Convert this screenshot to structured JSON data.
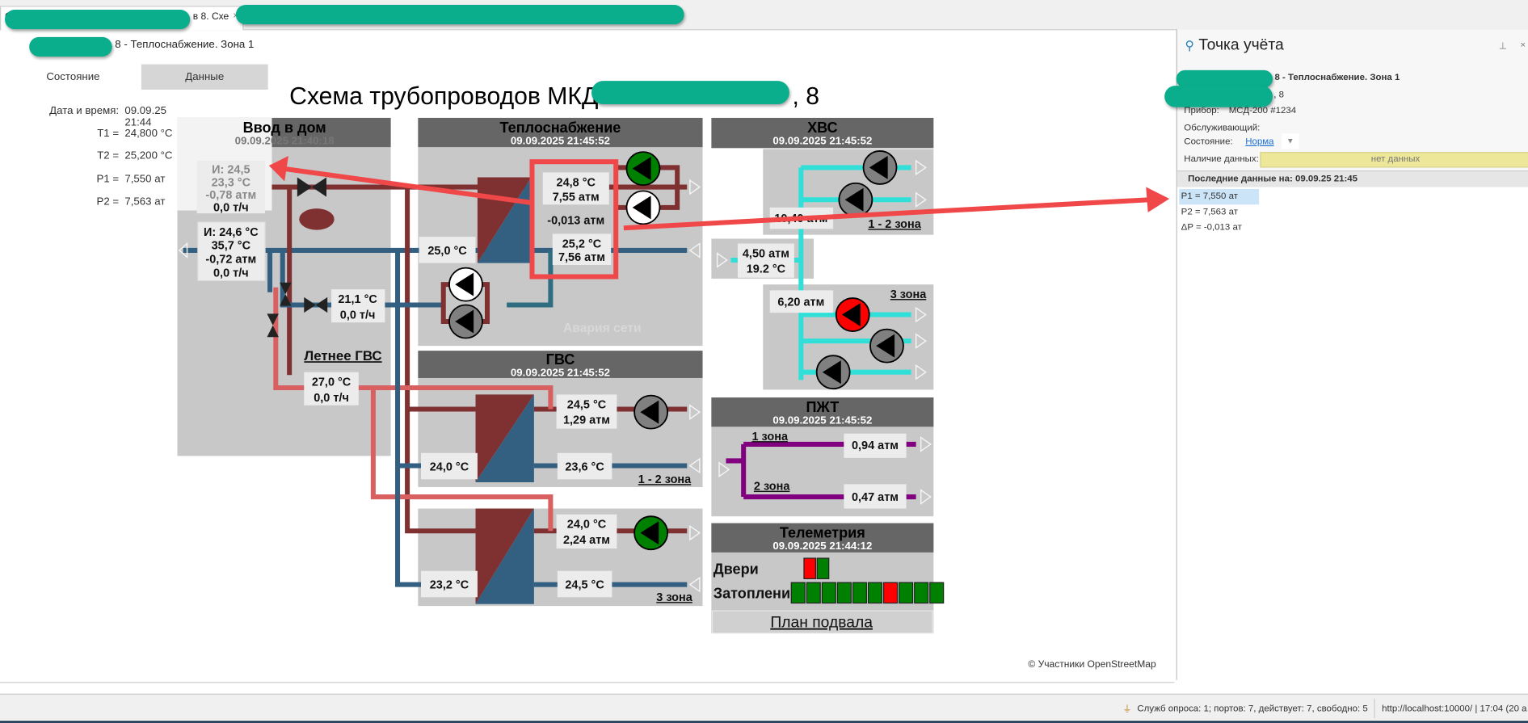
{
  "window": {
    "tab_partial_left": "С",
    "tab_title": "в 8. Схе",
    "tab_close": "×"
  },
  "header": {
    "object_title": "8 - Теплоснабжение. Зона 1"
  },
  "tabs": [
    {
      "label": "Состояние",
      "active": true
    },
    {
      "label": "Данные",
      "active": false
    }
  ],
  "state": {
    "rows": [
      {
        "label": "Дата и время:",
        "value": "09.09.25 21:44"
      },
      {
        "label": "T1 =",
        "value": "24,800 °C"
      },
      {
        "label": "T2 =",
        "value": "25,200 °C"
      },
      {
        "label": "P1 =",
        "value": "7,550 ат"
      },
      {
        "label": "P2 =",
        "value": "7,563 ат"
      }
    ]
  },
  "scheme": {
    "title": "Схема трубопроводов МКД",
    "title_suffix": ", 8",
    "inlet": {
      "title": "Ввод в дом",
      "date": "09.09.2025 21:40:18",
      "meter_top": [
        "И: 24,5",
        "23,3 °C",
        "-0,78 атм",
        "0,0 т/ч"
      ],
      "meter_bottom": [
        "И: 24,6 °C",
        "35,7 °C",
        "-0,72 атм",
        "0,0 т/ч"
      ],
      "bypass": [
        "21,1 °C",
        "0,0 т/ч"
      ],
      "summer_dhw_link": "Летнее ГВС",
      "summer_dhw": [
        "27,0 °C",
        "0,0 т/ч"
      ]
    },
    "heating": {
      "title": "Теплоснабжение",
      "date": "09.09.2025 21:45:52",
      "supply": [
        "24,8 °C",
        "7,55 атм"
      ],
      "dp": "-0,013 атм",
      "return": [
        "25,2 °C",
        "7,56 атм"
      ],
      "return_in": "25,0 °C",
      "alarm": "Авария сети"
    },
    "dhw": {
      "title": "ГВС",
      "date": "09.09.2025 21:45:52",
      "zone12": {
        "supply": [
          "24,5 °C",
          "1,29 атм"
        ],
        "in": "24,0 °C",
        "out": "23,6 °C",
        "link": "1 - 2 зона"
      },
      "zone3": {
        "supply": [
          "24,0 °C",
          "2,24 атм"
        ],
        "in": "23,2 °C",
        "out": "24,5 °C",
        "link": "3 зона"
      }
    },
    "cold": {
      "title": "ХВС",
      "date": "09.09.2025 21:45:52",
      "zone12_pressure": "10,40 атм",
      "zone12_link": "1 - 2 зона",
      "inlet": [
        "4,50 атм",
        "19.2 °C"
      ],
      "zone3_pressure": "6,20 атм",
      "zone3_link": "3 зона"
    },
    "fire": {
      "title": "ПЖТ",
      "date": "09.09.2025 21:45:52",
      "zone1_link": "1 зона",
      "zone1": "0,94 атм",
      "zone2_link": "2 зона",
      "zone2": "0,47 атм"
    },
    "telemetry": {
      "title": "Телеметрия",
      "date": "09.09.2025 21:44:12",
      "doors_label": "Двери",
      "doors": [
        "alarm",
        "ok"
      ],
      "flood_label": "Затопление",
      "flood": [
        "ok",
        "ok",
        "ok",
        "ok",
        "ok",
        "ok",
        "alarm",
        "ok",
        "ok",
        "ok"
      ],
      "basement_link": "План подвала"
    },
    "pump_colors": {
      "running": "#008000",
      "stopped": "#808080",
      "idle": "#ffffff",
      "fault": "#ff0000"
    },
    "pipe_colors": {
      "supply": "#7f3030",
      "return": "#335f80",
      "hot": "#d86060",
      "cold": "#30e0d8",
      "fire": "#800080"
    }
  },
  "map_credit": "© Участники OpenStreetMap",
  "panel": {
    "title": "Точка учёта",
    "object_title": "8 - Теплоснабжение. Зона 1",
    "address_suffix": ", 8",
    "device_label": "Прибор:",
    "device": "МСД-200 #1234",
    "service_label": "Обслуживающий:",
    "status_label": "Состояние:",
    "status": "Норма",
    "data_label": "Наличие данных:",
    "data_value": "нет данных",
    "last_data": "Последние данные на: 09.09.25 21:45",
    "values": [
      "P1 = 7,550 ат",
      "P2 = 7,563 ат",
      "ΔP = -0,013 ат"
    ]
  },
  "status_bar": {
    "services": "Служб опроса: 1; портов: 7, действует: 7, свободно: 5",
    "server": "http://localhost:10000/ | 17:04 (20 а"
  }
}
